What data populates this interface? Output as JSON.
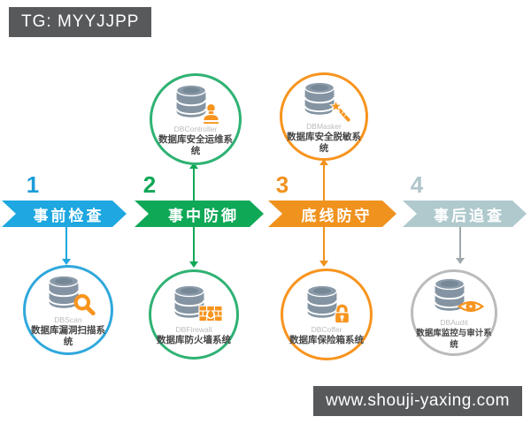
{
  "watermarks": {
    "tg": "TG: MYYJJPP",
    "site": "www.shouji-yaxing.com"
  },
  "stages": [
    {
      "number": "1",
      "label": "事前检查",
      "color": "#1EA7E0"
    },
    {
      "number": "2",
      "label": "事中防御",
      "color": "#0FA857"
    },
    {
      "number": "3",
      "label": "底线防守",
      "color": "#F0921E"
    },
    {
      "number": "4",
      "label": "事后追查",
      "color": "#AFC9CD"
    }
  ],
  "systems": [
    {
      "name": "DBController",
      "label": "数据库安全运维系统",
      "icon": "stamp-icon",
      "ring_color": "#2FB273",
      "position": "above-stage-2"
    },
    {
      "name": "DBMasker",
      "label": "数据库安全脱敏系统",
      "icon": "magic-wand-icon",
      "ring_color": "#F7941E",
      "position": "above-stage-3"
    },
    {
      "name": "DBScan",
      "label": "数据库漏洞扫描系统",
      "icon": "magnifier-icon",
      "ring_color": "#2FA8DC",
      "position": "below-stage-1"
    },
    {
      "name": "DBFirewall",
      "label": "数据库防火墙系统",
      "icon": "firewall-icon",
      "ring_color": "#2FB273",
      "position": "below-stage-2"
    },
    {
      "name": "DBCoffer",
      "label": "数据库保险箱系统",
      "icon": "lock-icon",
      "ring_color": "#F7941E",
      "position": "below-stage-3"
    },
    {
      "name": "DBAudit",
      "label": "数据库监控与审计系统",
      "icon": "eye-icon",
      "ring_color": "#B9BBBD",
      "position": "below-stage-4"
    }
  ],
  "colors": {
    "badge_bg": "#58595B",
    "database_icon": "#8494A2",
    "accent_orange": "#F7941E",
    "connector_gray": "#9FA8AB"
  }
}
